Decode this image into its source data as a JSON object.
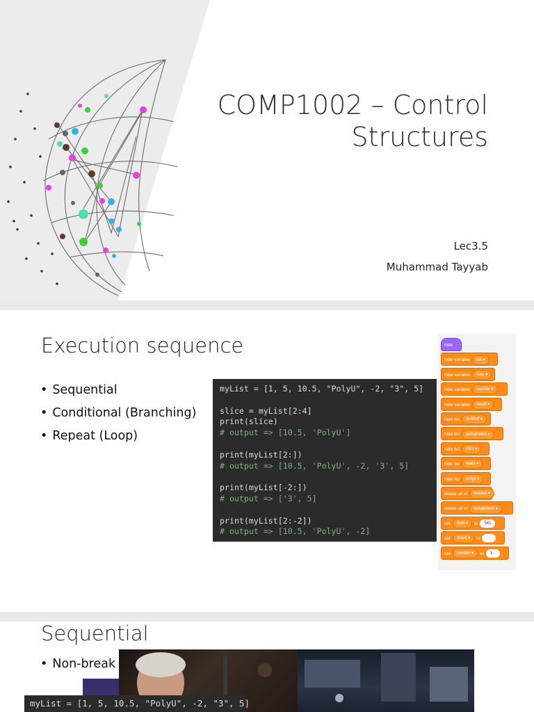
{
  "slide1": {
    "title_line1": "COMP1002 – Control",
    "title_line2": "Structures",
    "lecture": "Lec3.5",
    "author": "Muhammad Tayyab"
  },
  "slide2": {
    "heading": "Execution sequence",
    "bullets": [
      "Sequential",
      "Conditional (Branching)",
      "Repeat (Loop)"
    ],
    "code_lines": [
      "myList = [1, 5, 10.5, \"PolyU\", -2, \"3\", 5]",
      "",
      "slice = myList[2:4]",
      "print(slice)",
      "# output => [10.5, 'PolyU']",
      "",
      "print(myList[2:])",
      "# output => [10.5, 'PolyU', -2, '3', 5]",
      "",
      "print(myList[-2:])",
      "# output => ['3', 5]",
      "",
      "print(myList[2:-2])",
      "# output => [10.5, 'PolyU', -2]"
    ],
    "scratch_blocks": [
      {
        "label": "hide"
      },
      {
        "label": "hide variable",
        "menu": "bin"
      },
      {
        "label": "hide variable",
        "menu": "num"
      },
      {
        "label": "hide variable",
        "menu": "counter"
      },
      {
        "label": "hide variable",
        "menu": "result"
      },
      {
        "label": "hide list",
        "menu": "divided"
      },
      {
        "label": "hide list",
        "menu": "remainders"
      },
      {
        "label": "hide list",
        "menu": "var1"
      },
      {
        "label": "hide list",
        "menu": "waits"
      },
      {
        "label": "hide list",
        "menu": "script"
      },
      {
        "label": "delete all of",
        "menu": "divided"
      },
      {
        "label": "delete all of",
        "menu": "remainders"
      },
      {
        "label": "set",
        "menu": "num",
        "to": "to",
        "value": "541"
      },
      {
        "label": "set",
        "menu": "result",
        "to": "to",
        "value": ""
      },
      {
        "label": "set",
        "menu": "counter",
        "to": "to",
        "value": "1"
      }
    ],
    "colors": {
      "code_bg": "#2b2b2b",
      "block_orange": "#ff8c1a",
      "block_purple": "#9966ff"
    }
  },
  "slide3": {
    "heading": "Sequential",
    "bullet": "Non-break",
    "code_line": "myList = [1, 5, 10.5, \"PolyU\", -2, \"3\", 5]"
  }
}
